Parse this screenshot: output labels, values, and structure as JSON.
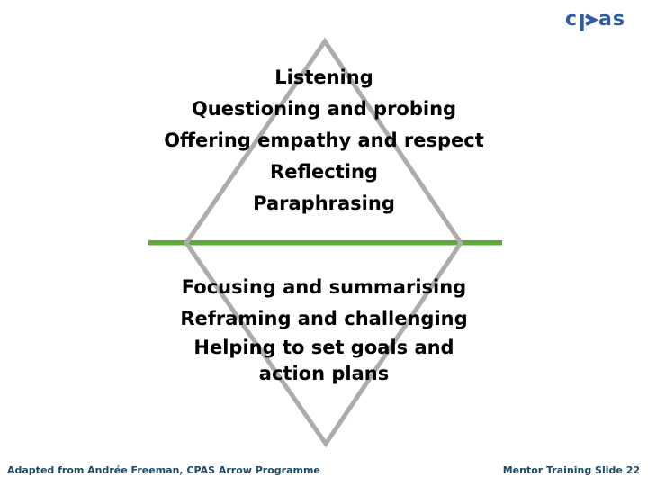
{
  "slide": {
    "logo": {
      "part_c": "c",
      "part_as": "as",
      "color": "#2E5BA7"
    },
    "diamond": {
      "stroke_color": "#ACACAC"
    },
    "divider_color": "#5CA838",
    "upper_lines": [
      "Listening",
      "Questioning and probing",
      "Offering empathy and respect",
      "Reflecting",
      "Paraphrasing"
    ],
    "lower_lines": [
      "Focusing and summarising",
      "Reframing and challenging",
      "Helping to set goals and",
      "action plans"
    ],
    "footer": {
      "left": "Adapted from Andrée Freeman, CPAS Arrow Programme",
      "right": "Mentor Training Slide 22",
      "color": "#1D4A63"
    }
  }
}
